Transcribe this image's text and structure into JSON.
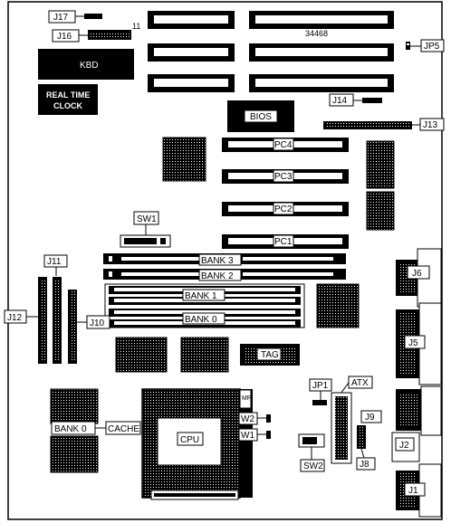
{
  "labels": {
    "j17": "J17",
    "j16": "J16",
    "j16_pin": "11",
    "board_no": "34468",
    "jp5": "JP5",
    "kbd": "KBD",
    "rtc_line1": "REAL TIME",
    "rtc_line2": "CLOCK",
    "j14": "J14",
    "bios": "BIOS",
    "j13": "J13",
    "pc4": "PC4",
    "pc3": "PC3",
    "pc2": "PC2",
    "pc1": "PC1",
    "sw1": "SW1",
    "j11": "J11",
    "bank3": "BANK 3",
    "bank2": "BANK 2",
    "bank1": "BANK 1",
    "bank0": "BANK 0",
    "j6": "J6",
    "j12": "J12",
    "j10": "J10",
    "j5": "J5",
    "tag": "TAG",
    "jp1": "JP1",
    "atx": "ATX",
    "j9": "J9",
    "cache_bank0": "BANK 0",
    "cache": "CACHE",
    "cpu": "CPU",
    "mp": "MP",
    "w2": "W2",
    "w1": "W1",
    "sw2": "SW2",
    "j2": "J2",
    "j8": "J8",
    "j1": "J1"
  }
}
